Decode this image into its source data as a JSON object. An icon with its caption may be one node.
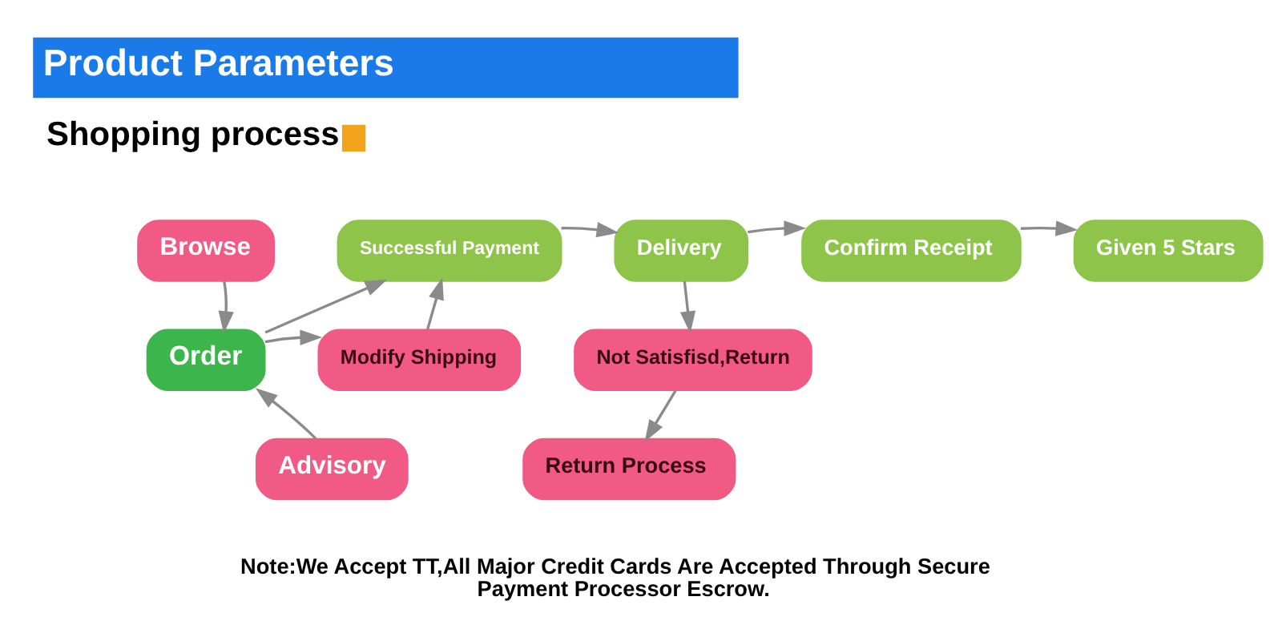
{
  "diagram": {
    "title": "Product Parameters",
    "nodes": [
      {
        "text": [
          "Browse"
        ]
      },
      {
        "text": [
          "Advisory"
        ]
      },
      {
        "text": [
          "Order"
        ]
      },
      {
        "text": [
          "Successful Payment"
        ]
      },
      {
        "text": [
          "Modify Shipping"
        ]
      },
      {
        "text": [
          "Delivery"
        ]
      },
      {
        "text": [
          "Not Satisfisd,Return"
        ]
      },
      {
        "text": [
          "Confirm Receipt"
        ]
      },
      {
        "text": [
          "Given 5 Stars"
        ]
      },
      {
        "text": [
          "Return Process"
        ]
      }
    ],
    "edges": [
      {
        "from": 0,
        "to": 2,
        "arrow": "to"
      },
      {
        "from": 1,
        "to": 2,
        "arrow": "to"
      },
      {
        "from": 2,
        "to": 3,
        "arrow": "to"
      },
      {
        "from": 2,
        "to": 4,
        "arrow": "to"
      },
      {
        "from": 4,
        "to": 3,
        "arrow": "to"
      },
      {
        "from": 3,
        "to": 5,
        "arrow": "to"
      },
      {
        "from": 5,
        "to": 7,
        "arrow": "to"
      },
      {
        "from": 7,
        "to": 8,
        "arrow": "to"
      },
      {
        "from": 5,
        "to": 6,
        "arrow": "to"
      },
      {
        "from": 6,
        "to": 9,
        "arrow": "to"
      }
    ],
    "labels": [
      "Shopping process",
      "Note:We Accept TT,All Major Credit Cards Are Accepted Through Secure Payment Processor Escrow."
    ]
  }
}
